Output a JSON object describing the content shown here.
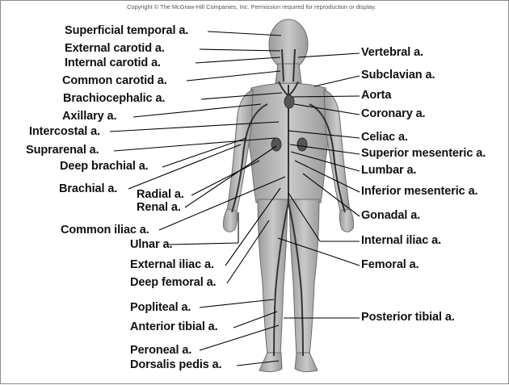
{
  "copyright": "Copyright © The McGraw-Hill Companies, Inc. Permission required for reproduction or display.",
  "left_labels": [
    "Superficial temporal a.",
    "External carotid a.",
    "Internal carotid a.",
    "Common carotid a.",
    "Brachiocephalic a.",
    "Axillary a.",
    "Intercostal a.",
    "Suprarenal a.",
    "Deep brachial a.",
    "Brachial a.",
    "Radial a.",
    "Renal a.",
    "Common iliac a.",
    "Ulnar a.",
    "External iliac a.",
    "Deep femoral a.",
    "Popliteal a.",
    "Anterior tibial a.",
    "Peroneal a.",
    "Dorsalis pedis a."
  ],
  "right_labels": [
    "Vertebral a.",
    "Subclavian a.",
    "Aorta",
    "Coronary a.",
    "Celiac a.",
    "Superior mesenteric a.",
    "Lumbar a.",
    "Inferior mesenteric a.",
    "Gonadal a.",
    "Internal iliac a.",
    "Femoral a.",
    "Posterior tibial a."
  ]
}
